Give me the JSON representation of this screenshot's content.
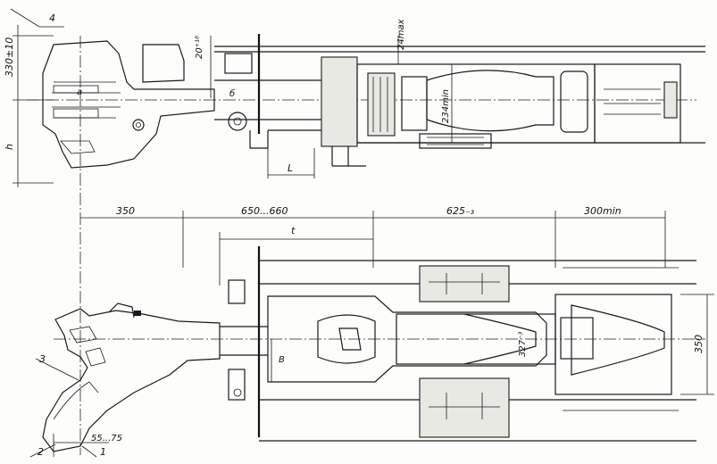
{
  "top_view": {
    "callout_4": "4",
    "dim_height": "330±10",
    "dim_h": "h",
    "dim_20": "20⁺¹⁶",
    "dim_24max": "24max",
    "dim_234min": "234min",
    "dim_L": "L",
    "mark_a": "a",
    "mark_b": "б"
  },
  "bottom_view": {
    "dim_350_left": "350",
    "dim_650_660": "650...660",
    "dim_625": "625₋₃",
    "dim_300min": "300min",
    "dim_t": "t",
    "dim_327": "327⁻³",
    "dim_350_right": "350",
    "dim_B": "B",
    "dim_55_75": "55...75",
    "callout_3": "3",
    "callout_2": "2",
    "callout_1": "1"
  }
}
